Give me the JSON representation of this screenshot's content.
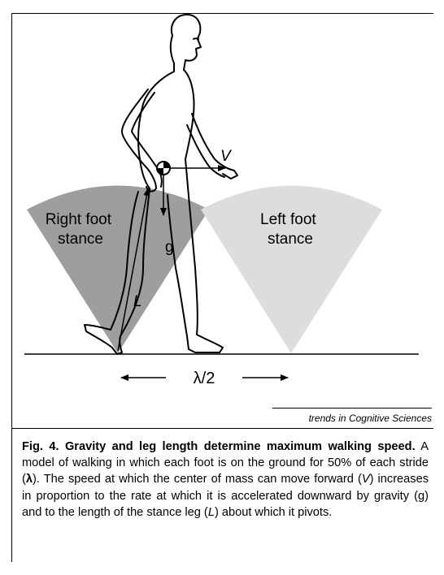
{
  "diagram": {
    "right_stance_label": [
      "Right foot",
      "stance"
    ],
    "left_stance_label": [
      "Left foot",
      "stance"
    ],
    "velocity_label": "V",
    "gravity_label": "g",
    "leg_length_label": "L",
    "stride_label": "λ/2",
    "colors": {
      "right_stance": "#9e9e9e",
      "left_stance": "#dddddd",
      "ink": "#000000"
    }
  },
  "source": "trends in Cognitive Sciences",
  "caption": {
    "fig_number": "Fig. 4.",
    "title": "Gravity and leg length determine maximum walking speed.",
    "body_1": "A model of walking in which each foot is on the ground for 50% of each stride (",
    "lambda": "λ",
    "body_2": "). The speed at which the center of mass can move forward (",
    "v": "V",
    "body_3": ") increases in proportion to the rate at which it is accelerated downward by gravity (g) and to the length of the stance leg (",
    "l": "L",
    "body_4": ") about which it pivots."
  }
}
